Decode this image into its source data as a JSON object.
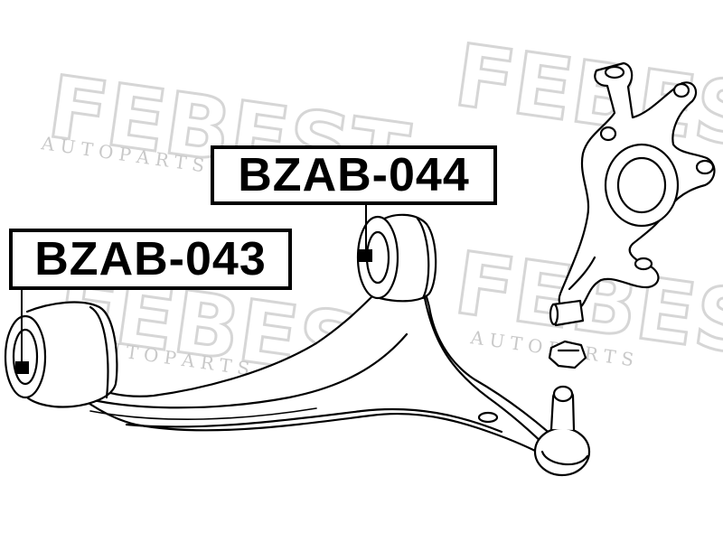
{
  "watermark": {
    "brand": "FEBEST",
    "sub": "A U T O   P A R T S"
  },
  "labels": {
    "bzab_044": "BZAB-044",
    "bzab_043": "BZAB-043"
  },
  "colors": {
    "watermark": "#d8d8d8",
    "line": "#000000",
    "label_border": "#000000",
    "background": "#ffffff"
  }
}
